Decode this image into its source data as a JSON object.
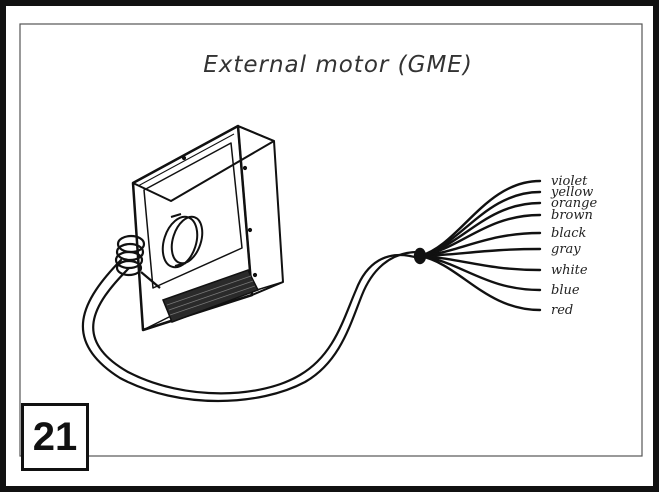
{
  "diagram": {
    "title": "External motor (GME)",
    "figure_number": "21",
    "wire_labels": [
      "violet",
      "yellow",
      "orange",
      "brown",
      "black",
      "gray",
      "white",
      "blue",
      "red"
    ]
  }
}
